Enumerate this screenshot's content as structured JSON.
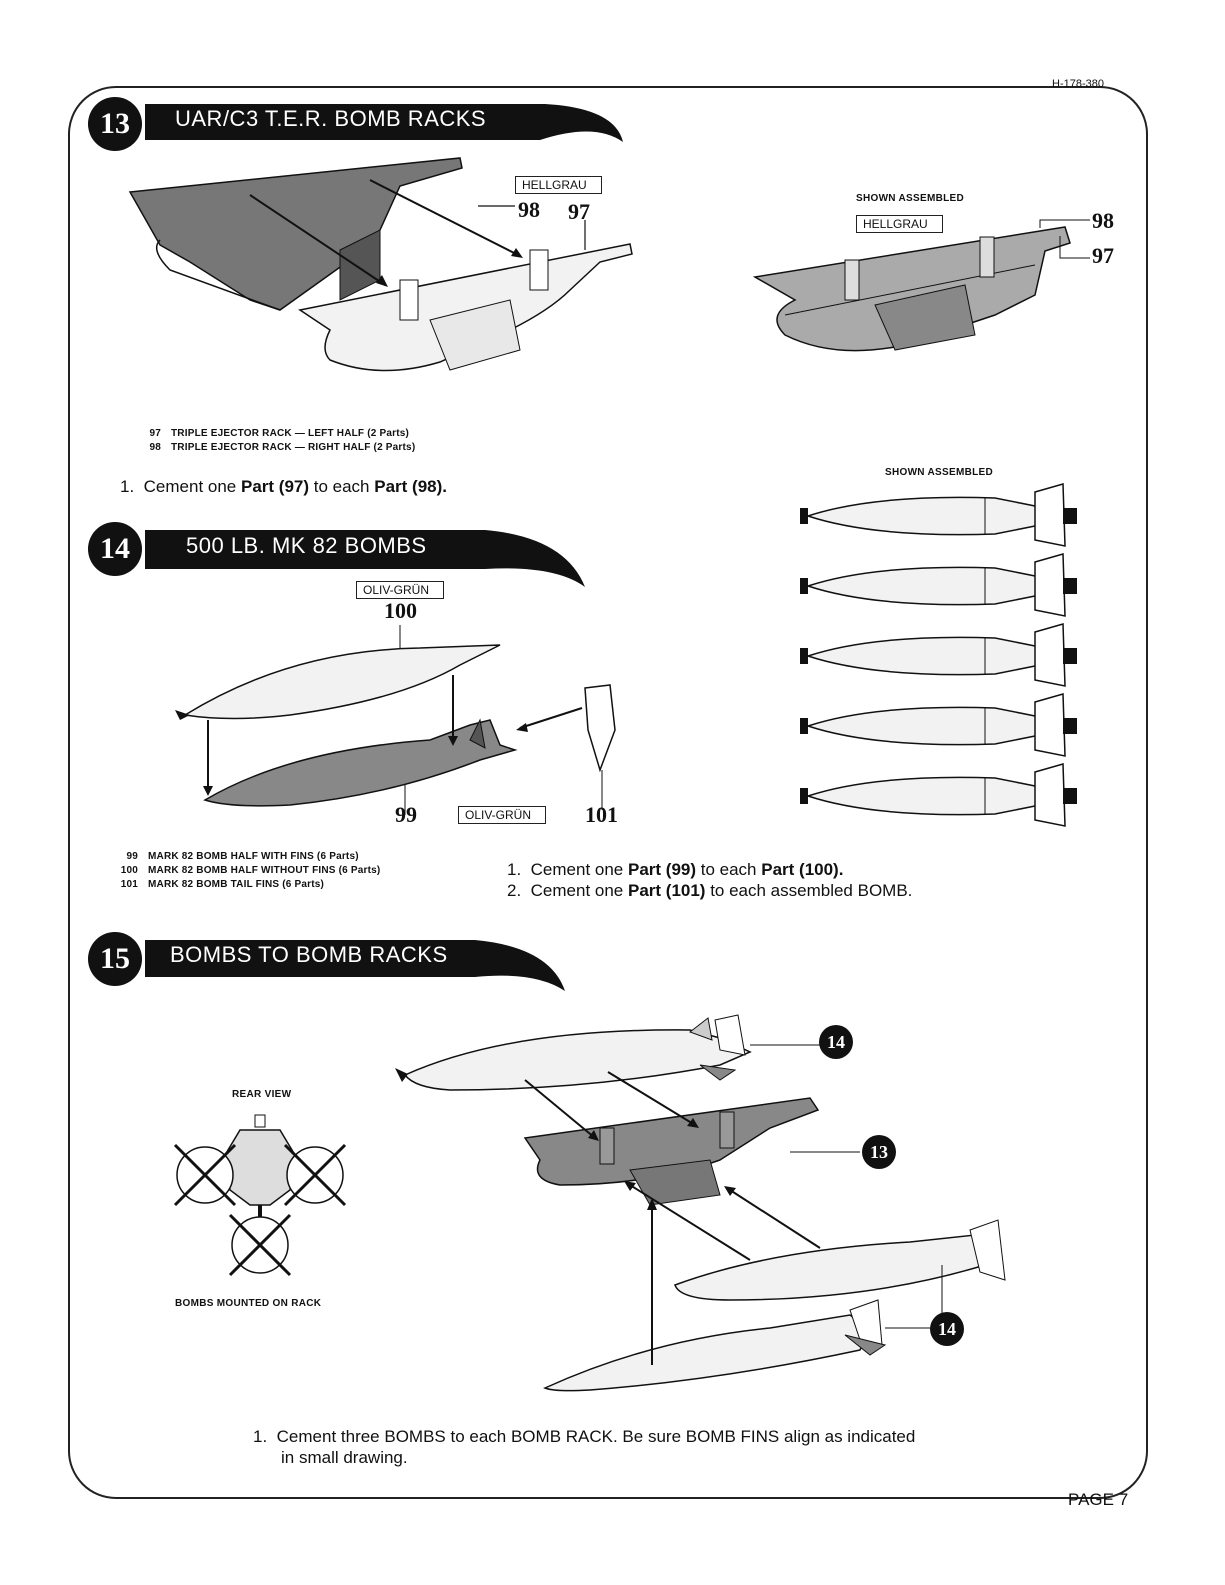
{
  "doc_number": "H-178-380",
  "page_label": "PAGE 7",
  "section13": {
    "num": "13",
    "title": "UAR/C3 T.E.R. BOMB RACKS",
    "color_label": "HELLGRAU",
    "callout_98": "98",
    "callout_97": "97",
    "shown_assembled": "SHOWN ASSEMBLED",
    "parts": [
      {
        "num": "97",
        "desc": "TRIPLE EJECTOR RACK — LEFT HALF (2 Parts)"
      },
      {
        "num": "98",
        "desc": "TRIPLE EJECTOR RACK — RIGHT HALF (2 Parts)"
      }
    ],
    "step_num": "1.",
    "step_pre": "Cement one ",
    "step_part_a": "Part (97)",
    "step_mid": " to each ",
    "step_part_b": "Part (98)."
  },
  "section14": {
    "num": "14",
    "title": "500 LB. MK 82 BOMBS",
    "color_label": "OLIV-GRÜN",
    "callout_100": "100",
    "callout_99": "99",
    "callout_101": "101",
    "shown_assembled": "SHOWN ASSEMBLED",
    "parts": [
      {
        "num": "99",
        "desc": "MARK 82 BOMB HALF WITH FINS (6 Parts)"
      },
      {
        "num": "100",
        "desc": "MARK 82 BOMB HALF WITHOUT FINS (6 Parts)"
      },
      {
        "num": "101",
        "desc": "MARK 82 BOMB TAIL FINS (6 Parts)"
      }
    ],
    "steps": [
      {
        "num": "1.",
        "pre": "Cement one ",
        "a": "Part (99)",
        "mid": " to each ",
        "b": "Part (100).",
        "post": ""
      },
      {
        "num": "2.",
        "pre": "Cement one ",
        "a": "Part (101)",
        "mid": " to each assembled BOMB.",
        "b": "",
        "post": ""
      }
    ]
  },
  "section15": {
    "num": "15",
    "title": "BOMBS TO BOMB RACKS",
    "rear_view": "REAR VIEW",
    "bombs_mounted": "BOMBS MOUNTED ON RACK",
    "ref_14": "14",
    "ref_13": "13",
    "step_num": "1.",
    "step_line1": "Cement three BOMBS to each BOMB RACK. Be sure BOMB FINS align as indicated",
    "step_line2": "in small drawing."
  },
  "colors": {
    "ink": "#111111",
    "panel": "#8a8a8a",
    "light": "#eeeeee"
  }
}
